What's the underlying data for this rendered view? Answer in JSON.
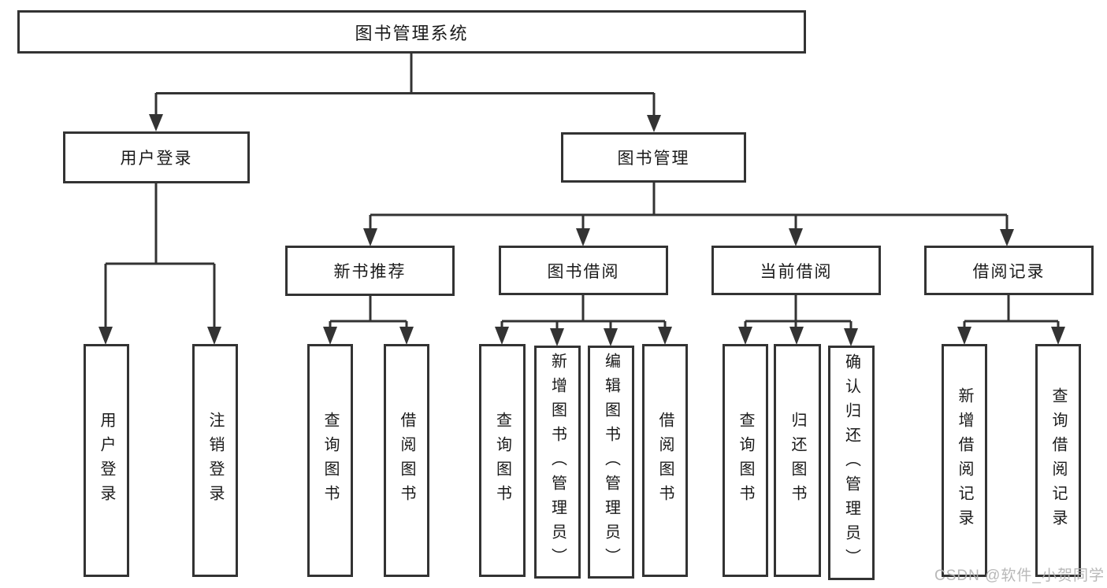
{
  "tree": {
    "root": {
      "label": "图书管理系统"
    },
    "children": [
      {
        "label": "用户登录",
        "children": [
          {
            "label": "用户登录"
          },
          {
            "label": "注销登录"
          }
        ]
      },
      {
        "label": "图书管理",
        "children": [
          {
            "label": "新书推荐",
            "children": [
              {
                "label": "查询图书"
              },
              {
                "label": "借阅图书"
              }
            ]
          },
          {
            "label": "图书借阅",
            "children": [
              {
                "label": "查询图书"
              },
              {
                "label": "新增图书（管理员）"
              },
              {
                "label": "编辑图书（管理员）"
              },
              {
                "label": "借阅图书"
              }
            ]
          },
          {
            "label": "当前借阅",
            "children": [
              {
                "label": "查询图书"
              },
              {
                "label": "归还图书"
              },
              {
                "label": "确认归还（管理员）"
              }
            ]
          },
          {
            "label": "借阅记录",
            "children": [
              {
                "label": "新增借阅记录"
              },
              {
                "label": "查询借阅记录"
              }
            ]
          }
        ]
      }
    ]
  },
  "colors": {
    "line": "#333333",
    "text": "#1a1a1a",
    "watermark": "#b2b2b2"
  },
  "watermark": {
    "text": "CSDN @软件_小贺同学"
  }
}
